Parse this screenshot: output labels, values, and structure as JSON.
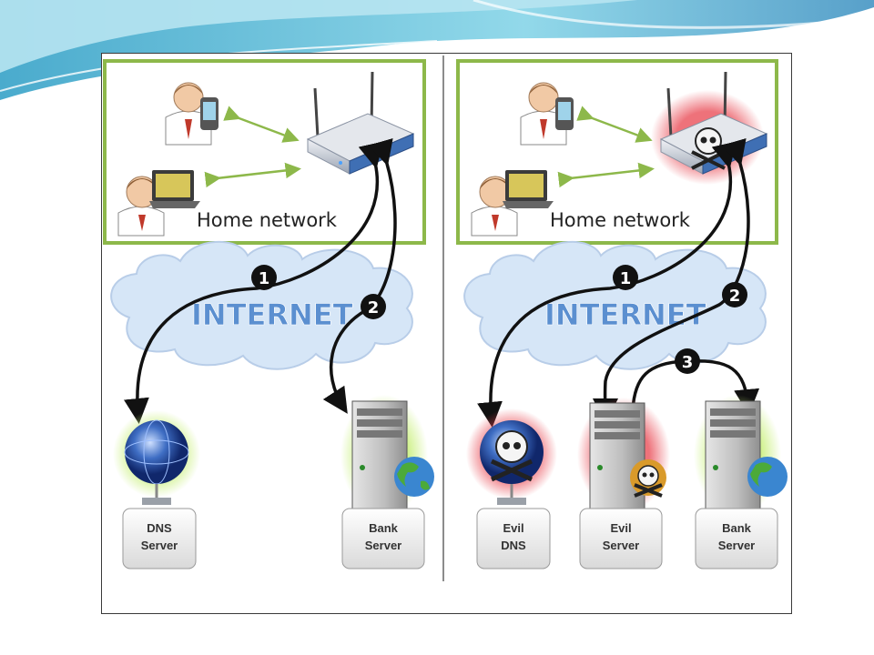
{
  "left_panel": {
    "home_network_label": "Home network",
    "internet_label": "INTERNET",
    "steps": [
      "1",
      "2"
    ],
    "dns_server_label": [
      "DNS",
      "Server"
    ],
    "bank_server_label": [
      "Bank",
      "Server"
    ]
  },
  "right_panel": {
    "home_network_label": "Home network",
    "internet_label": "INTERNET",
    "steps": [
      "1",
      "2",
      "3"
    ],
    "evil_dns_label": [
      "Evil",
      "DNS"
    ],
    "evil_server_label": [
      "Evil",
      "Server"
    ],
    "bank_server_label": [
      "Bank",
      "Server"
    ]
  },
  "colors": {
    "network_box_border": "#8db84a",
    "cloud_fill": "#d6e6f7",
    "internet_text": "#5b8fd0",
    "arrow": "#111111",
    "device_link_arrow": "#8db84a",
    "danger_glow": "#e8434e",
    "safe_glow": "#c8ef7a"
  }
}
